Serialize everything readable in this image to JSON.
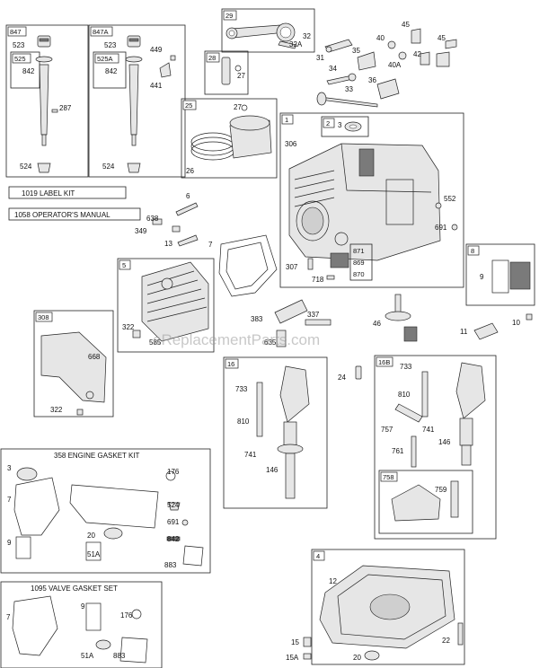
{
  "watermark": "eReplacementParts.com",
  "kits": {
    "label_kit": "1019 LABEL KIT",
    "operators_manual": "1058 OPERATOR'S MANUAL",
    "engine_gasket_kit": "358 ENGINE GASKET KIT",
    "valve_gasket_set": "1095 VALVE GASKET SET"
  },
  "groups": {
    "g847": "847",
    "g847a": "847A",
    "g525": "525",
    "g525a": "525A",
    "g29": "29",
    "g28": "28",
    "g25": "25",
    "g1": "1",
    "g2": "2",
    "g871": "871",
    "g869": "869",
    "g870": "870",
    "g8": "8",
    "g5": "5",
    "g308": "308",
    "g16": "16",
    "g16b": "16B",
    "g758": "758",
    "g4": "4"
  },
  "labels": {
    "l523a": "523",
    "l842a": "842",
    "l287": "287",
    "l524a": "524",
    "l523b": "523",
    "l449": "449",
    "l842b": "842",
    "l441": "441",
    "l524b": "524",
    "l32": "32",
    "l32a": "32A",
    "l27a": "27",
    "l27b": "27",
    "l26": "26",
    "l31": "31",
    "l35": "35",
    "l34": "34",
    "l33": "33",
    "l36": "36",
    "l40": "40",
    "l40a": "40A",
    "l45a": "45",
    "l45b": "45",
    "l42": "42",
    "l3": "3",
    "l306": "306",
    "l552": "552",
    "l691a": "691",
    "l307": "307",
    "l718": "718",
    "l6": "6",
    "l638": "638",
    "l349": "349",
    "l13": "13",
    "l7a": "7",
    "l9a": "9",
    "l10": "10",
    "l11": "11",
    "l322a": "322",
    "l585": "585",
    "l383": "383",
    "l337": "337",
    "l635": "635",
    "l46": "46",
    "l668": "668",
    "l322b": "322",
    "l733a": "733",
    "l810a": "810",
    "l741a": "741",
    "l146a": "146",
    "l24": "24",
    "l733b": "733",
    "l810b": "810",
    "l757": "757",
    "l741b": "741",
    "l146b": "146",
    "l761": "761",
    "l759": "759",
    "l3b": "3",
    "l7b": "7",
    "l9b": "9",
    "l176a": "176",
    "l524c": "524",
    "l691b": "691",
    "l20a": "20",
    "l842c": "842",
    "l51a": "51A",
    "l883a": "883",
    "l7c": "7",
    "l9c": "9",
    "l176b": "176",
    "l51b": "51A",
    "l883b": "883",
    "l12": "12",
    "l15": "15",
    "l15a": "15A",
    "l20b": "20",
    "l22": "22"
  },
  "colors": {
    "line": "#222222",
    "part_fill": "#e6e6e6",
    "dark_fill": "#7a7a7a",
    "watermark": "#9c9c9c"
  }
}
